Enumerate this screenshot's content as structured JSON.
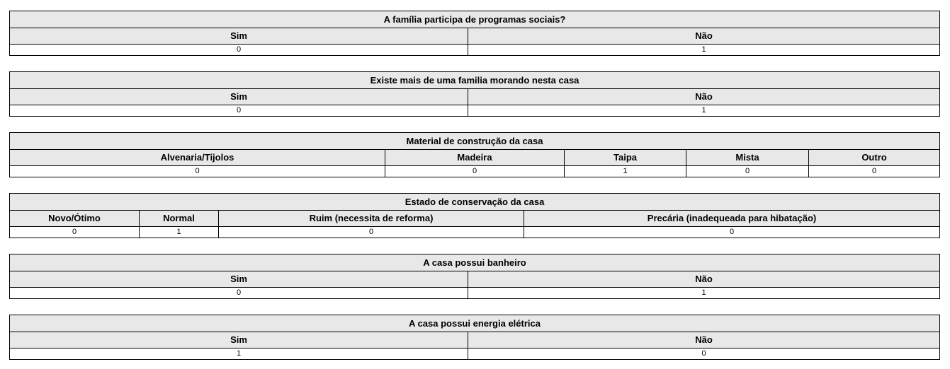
{
  "tables": [
    {
      "title": "A família participa de programas sociais?",
      "headers": [
        "Sim",
        "Não"
      ],
      "values": [
        "0",
        "1"
      ]
    },
    {
      "title": "Existe mais de uma familia morando nesta casa",
      "headers": [
        "Sim",
        "Não"
      ],
      "values": [
        "0",
        "1"
      ]
    },
    {
      "title": "Material de construção da casa",
      "headers": [
        "Alvenaria/Tijolos",
        "Madeira",
        "Taipa",
        "Mista",
        "Outro"
      ],
      "values": [
        "0",
        "0",
        "1",
        "0",
        "0"
      ]
    },
    {
      "title": "Estado de conservação da casa",
      "headers": [
        "Novo/Ótimo",
        "Normal",
        "Ruim (necessita de reforma)",
        "Precária (inadequeada para hibatação)"
      ],
      "values": [
        "0",
        "1",
        "0",
        "0"
      ]
    },
    {
      "title": "A casa possui banheiro",
      "headers": [
        "Sim",
        "Não"
      ],
      "values": [
        "0",
        "1"
      ]
    },
    {
      "title": "A casa possui energia elétrica",
      "headers": [
        "Sim",
        "Não"
      ],
      "values": [
        "1",
        "0"
      ]
    }
  ]
}
